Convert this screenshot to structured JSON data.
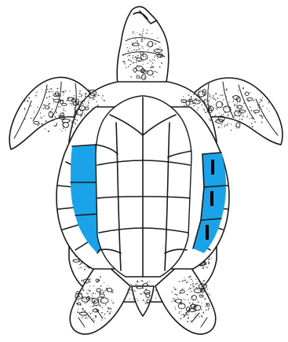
{
  "figure": {
    "subject_icon": "sea-turtle-plastron-icon",
    "highlight_color": "#1aa3e8",
    "outline_color": "#1a1a1a",
    "background_color": "#ffffff",
    "left_highlighted_scutes": 3,
    "right_highlighted_scutes": 3,
    "right_scute_marks": 3
  }
}
